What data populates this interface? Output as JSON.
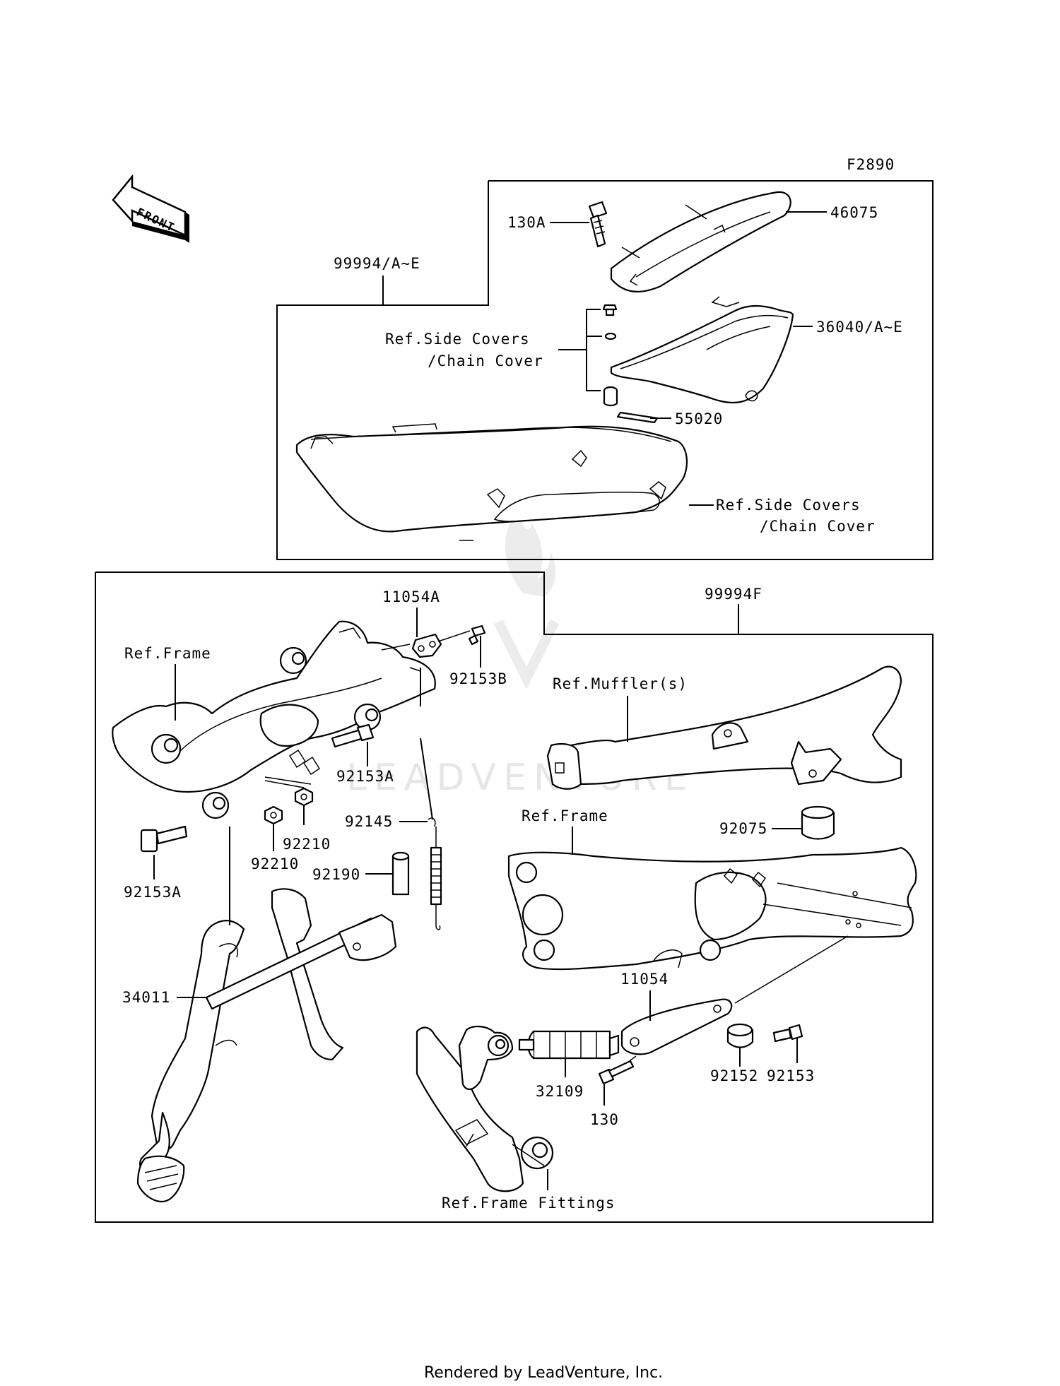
{
  "code": "F2890",
  "front_arrow": {
    "label": "FRONT",
    "icon": "front-arrow-icon"
  },
  "watermark": {
    "text": "LEADVENTURE",
    "icon": "flame-logo-icon"
  },
  "footer": "Rendered by LeadVenture, Inc.",
  "kit_labels": {
    "upper": "99994/A~E",
    "lower": "99994F"
  },
  "upper_labels": {
    "p130a": "130A",
    "p46075": "46075",
    "p36040": "36040/A~E",
    "p55020": "55020",
    "ref_side_a1": "Ref.Side Covers",
    "ref_side_a2": "/Chain Cover",
    "ref_side_b1": "Ref.Side Covers",
    "ref_side_b2": "/Chain Cover"
  },
  "lower_labels": {
    "p11054a": "11054A",
    "ref_frame_left": "Ref.Frame",
    "p92153b": "92153B",
    "ref_muffler": "Ref.Muffler(s)",
    "p92153a_upper": "92153A",
    "p92145": "92145",
    "p92210_right": "92210",
    "p92210_left": "92210",
    "p92190": "92190",
    "p92153a_lower": "92153A",
    "ref_frame_right": "Ref.Frame",
    "p92075": "92075",
    "p34011": "34011",
    "p11054": "11054",
    "p32109": "32109",
    "p92152": "92152",
    "p92153": "92153",
    "p130": "130",
    "ref_frame_fittings": "Ref.Frame Fittings"
  }
}
